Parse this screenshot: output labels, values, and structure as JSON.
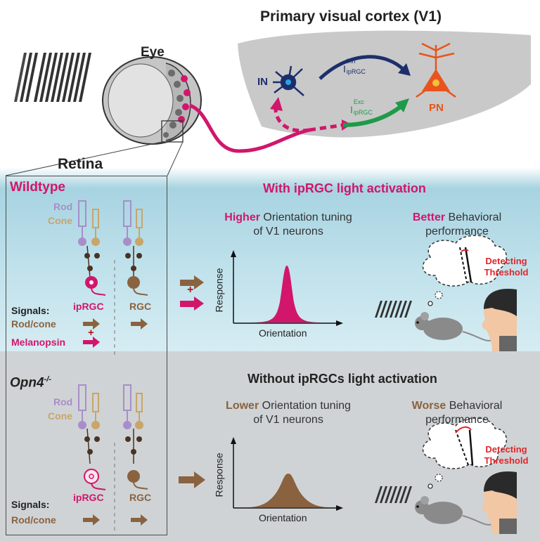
{
  "top": {
    "cortex_title": "Primary visual cortex (V1)",
    "eye_label": "Eye",
    "retina_label": "Retina",
    "in_label": "IN",
    "pn_label": "PN",
    "inh_main": "I",
    "inh_sup": "Inh",
    "inh_sub": "ipRGC",
    "exc_main": "I",
    "exc_sup": "Exc",
    "exc_sub": "ipRGC"
  },
  "wildtype": {
    "title": "Wildtype",
    "rod_label": "Rod",
    "cone_label": "Cone",
    "iprgc_label": "ipRGC",
    "rgc_label": "RGC",
    "signals_label": "Signals:",
    "rodcone_label": "Rod/cone",
    "melanopsin_label": "Melanopsin",
    "plus": "+",
    "heading": "With ipRGC light activation",
    "tuning_emph": "Higher",
    "tuning_rest": "Orientation tuning",
    "tuning_line2": "of V1 neurons",
    "behav_emph": "Better",
    "behav_rest": "Behavioral",
    "behav_line2": "performance",
    "detect1": "Detecting",
    "detect2": "Threshold",
    "y_axis": "Response",
    "x_axis": "Orientation"
  },
  "knockout": {
    "title": "Opn4",
    "title_sup": "-/-",
    "rod_label": "Rod",
    "cone_label": "Cone",
    "iprgc_label": "ipRGC",
    "rgc_label": "RGC",
    "signals_label": "Signals:",
    "rodcone_label": "Rod/cone",
    "heading": "Without ipRGCs light activation",
    "tuning_emph": "Lower",
    "tuning_rest": "Orientation tuning",
    "tuning_line2": "of V1 neurons",
    "behav_emph": "Worse",
    "behav_rest": "Behavioral",
    "behav_line2": "performance",
    "detect1": "Detecting",
    "detect2": "Threshold",
    "y_axis": "Response",
    "x_axis": "Orientation"
  },
  "colors": {
    "magenta": "#d1166b",
    "brown": "#8a6240",
    "rod": "#a88ec9",
    "cone": "#c9a56a",
    "navy": "#1d2f6b",
    "green": "#1f9a4a",
    "orange": "#e8541c",
    "red": "#e0262b"
  }
}
